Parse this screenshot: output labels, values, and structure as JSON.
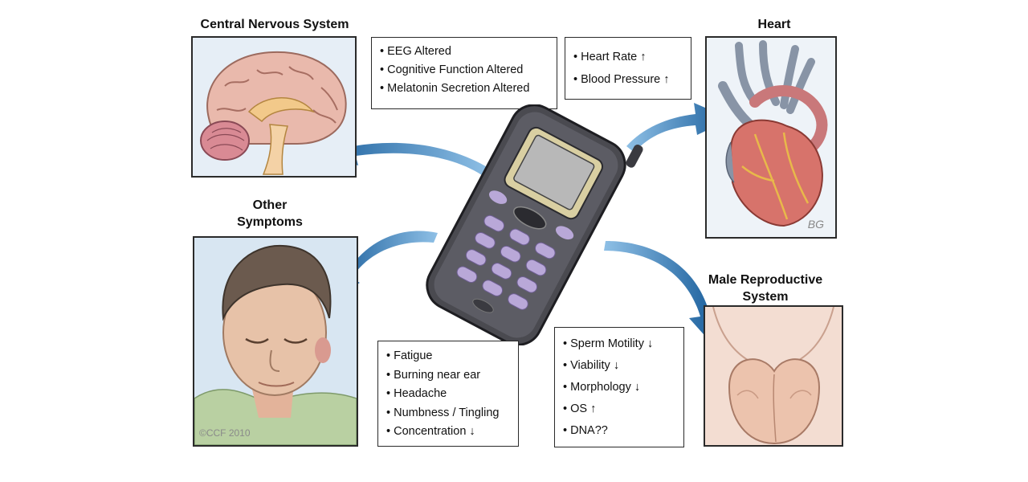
{
  "sections": {
    "cns": {
      "title": "Central Nervous System"
    },
    "heart": {
      "title": "Heart"
    },
    "other": {
      "title": "Other Symptoms"
    },
    "male": {
      "title": "Male Reproductive System"
    }
  },
  "boxes": {
    "cns": [
      "EEG Altered",
      "Cognitive Function Altered",
      "Melatonin Secretion Altered"
    ],
    "heart": [
      "Heart Rate ↑",
      "Blood Pressure ↑"
    ],
    "other": [
      "Fatigue",
      "Burning near ear",
      "Headache",
      "Numbness / Tingling",
      "Concentration ↓"
    ],
    "male": [
      "Sperm Motility ↓",
      "Viability ↓",
      "Morphology ↓",
      "OS ↑",
      "DNA??"
    ]
  },
  "signatures": {
    "heart_artist": "BG",
    "copyright": "©CCF 2010"
  },
  "colors": {
    "arrow": "#2a78b8",
    "box_border": "#2a2a2a",
    "brain": "#e9b9ac",
    "heart": "#d7736b",
    "skin": "#e7c2a8",
    "phone": "#4a4a50",
    "keys": "#b9a8d8"
  }
}
